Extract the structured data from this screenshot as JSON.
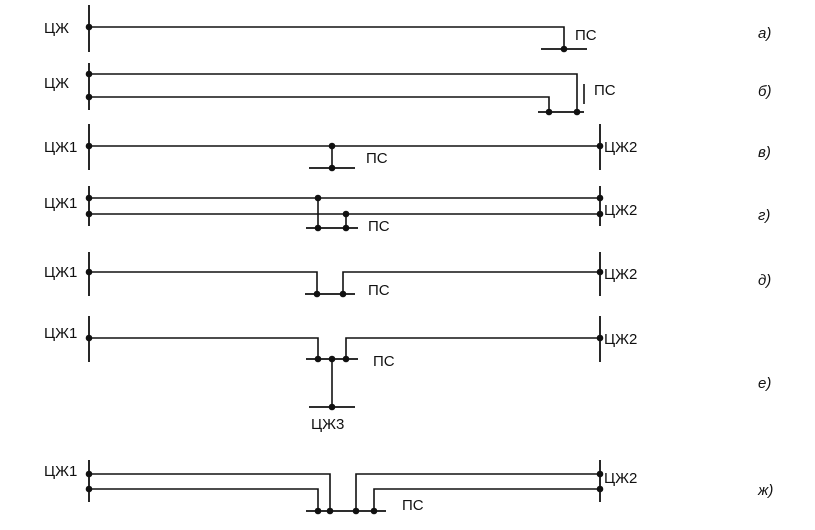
{
  "labels": {
    "tsj": "ЦЖ",
    "tsj1": "ЦЖ1",
    "tsj2": "ЦЖ2",
    "tsj3": "ЦЖ3",
    "ps": "ПС"
  },
  "variants": {
    "a": "а)",
    "b": "б)",
    "v": "в)",
    "g": "г)",
    "d": "д)",
    "e": "е)",
    "zh": "ж)"
  }
}
